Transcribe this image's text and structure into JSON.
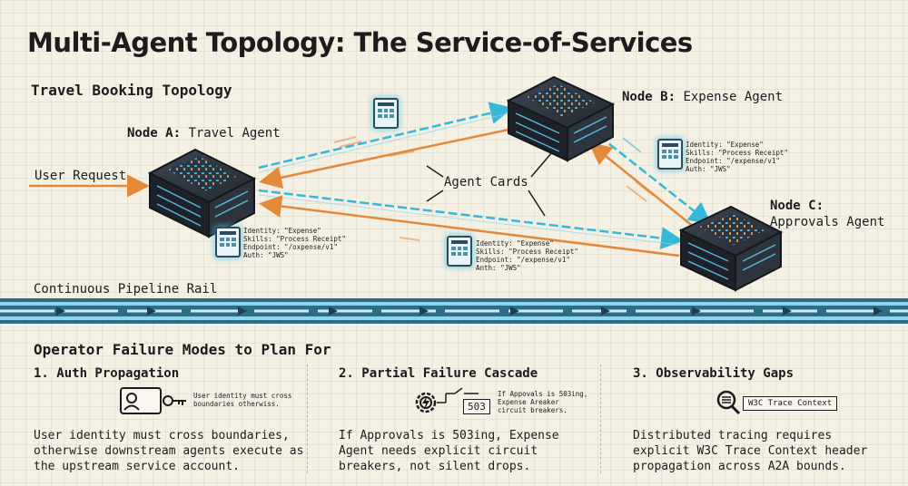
{
  "title": "Multi-Agent Topology: The Service-of-Services",
  "subtitle": "Travel Booking Topology",
  "nodes": {
    "a": {
      "prefix": "Node A:",
      "name": "Travel Agent"
    },
    "b": {
      "prefix": "Node B:",
      "name": "Expense Agent"
    },
    "c": {
      "prefix": "Node C:",
      "name": "Approvals Agent"
    }
  },
  "labels": {
    "user_request": "User Request",
    "agent_cards": "Agent Cards",
    "pipeline": "Continuous Pipeline Rail"
  },
  "cards": [
    {
      "id": "card-a",
      "text": "Identity: \"Expense\"\nSkills: \"Process Receipt\"\nEndpoint: \"/oxpense/v1\"\nAuth: \"JWS\""
    },
    {
      "id": "card-mid",
      "text": "Identity: \"Expense\"\nSkills: \"Process Receipt\"\nEndpoint: \"/expense/v1\"\nAnth: \"JWS\""
    },
    {
      "id": "card-b",
      "text": "Identity: \"Expense\"\nSkills: \"Process Receipt\"\nEndpoint: \"/expense/v1\"\nAuth: \"JWS\""
    }
  ],
  "failure": {
    "heading": "Operator Failure Modes to Plan For",
    "items": [
      {
        "title": "1. Auth Propagation",
        "note": "User identity must cross\nboundaries otherwiss.",
        "text": "User identity must cross boundaries, otherwise downstream agents execute as the upstream service account."
      },
      {
        "title": "2. Partial Failure Cascade",
        "badge": "503",
        "note": "If Appovals is 503ing,\nExpense Areaker\ncircuit breakers.",
        "text": "If Approvals is 503ing, Expense Agent needs explicit circuit breakers, not silent drops."
      },
      {
        "title": "3. Observability Gaps",
        "badge": "W3C Trace Context",
        "text": "Distributed tracing requires explicit W3C Trace Context header propagation across A2A bounds."
      }
    ]
  },
  "colors": {
    "request_arrow": "#e38a3a",
    "response_arrow": "#36b8d8",
    "server_body": "#2c3038",
    "rail": "#2e6d88"
  }
}
